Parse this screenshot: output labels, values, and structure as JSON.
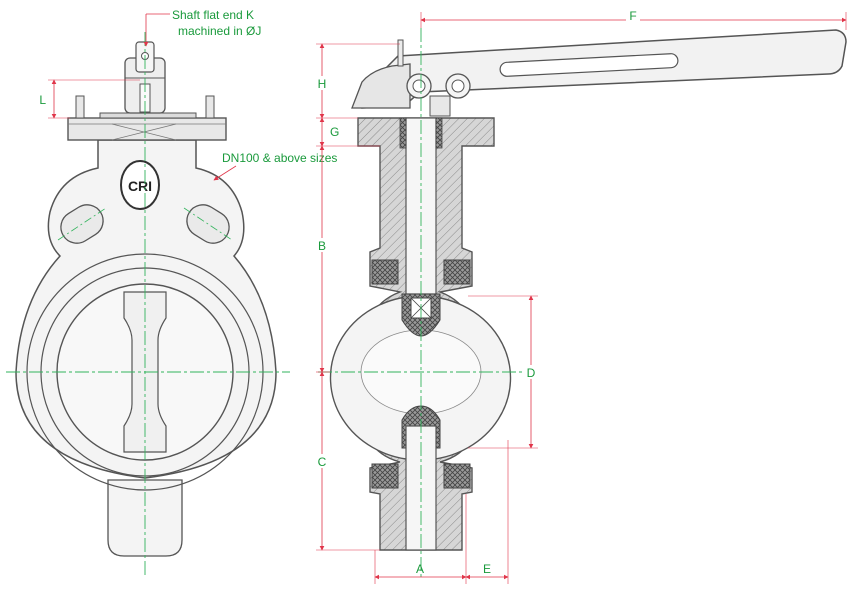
{
  "notes": {
    "shaft_line1": "Shaft flat end K",
    "shaft_line2": "machined in ØJ",
    "dn_note": "DN100 & above sizes"
  },
  "logo": {
    "text": "CRI"
  },
  "dimensions": {
    "L": "L",
    "H": "H",
    "G": "G",
    "B": "B",
    "C": "C",
    "D": "D",
    "F": "F",
    "A": "A",
    "E": "E"
  },
  "colors": {
    "outline": "#555555",
    "body_fill": "#f4f4f4",
    "section_fill": "#cfcfcf",
    "dimension": "#e0354a",
    "note_text": "#1a9a3c",
    "centerline": "#32b35c"
  }
}
